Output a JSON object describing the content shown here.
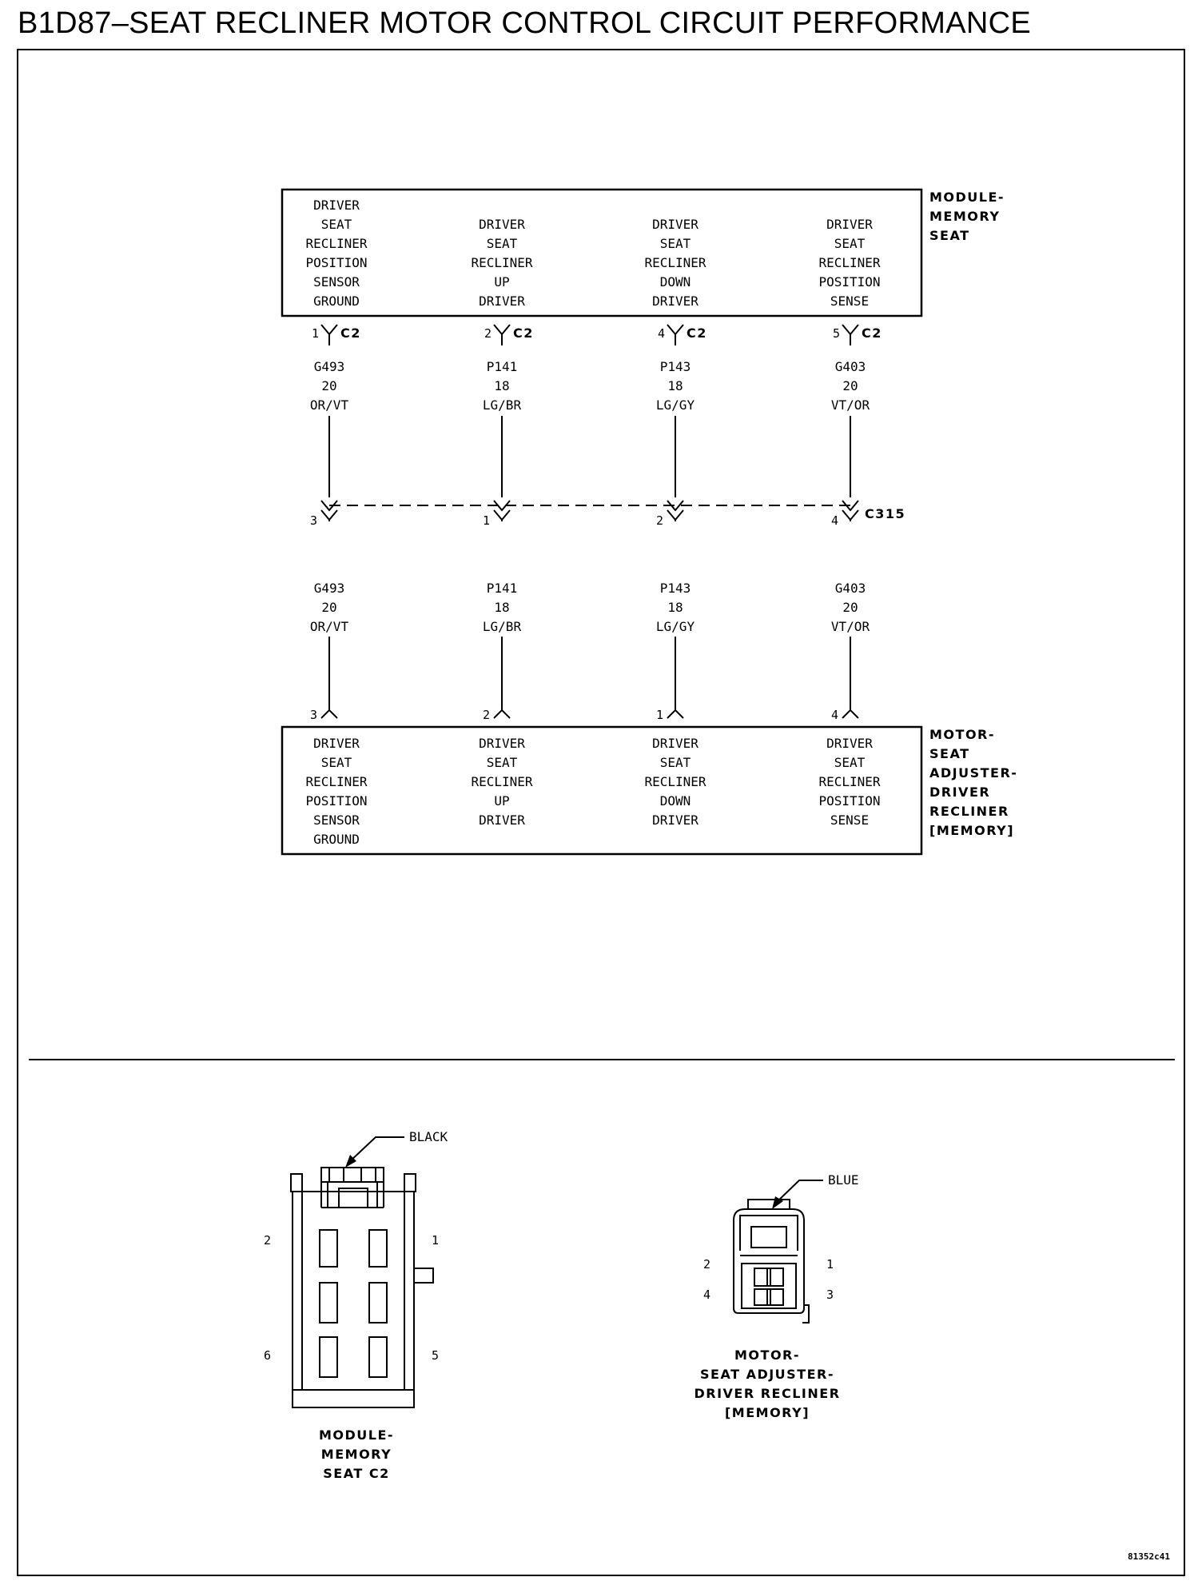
{
  "title": "B1D87–SEAT RECLINER MOTOR CONTROL CIRCUIT PERFORMANCE",
  "module": {
    "label_lines": [
      "MODULE-",
      "MEMORY",
      "SEAT"
    ],
    "connector": "C2",
    "pins": [
      {
        "pin": "1",
        "lines": [
          "DRIVER",
          "SEAT",
          "RECLINER",
          "POSITION",
          "SENSOR",
          "GROUND"
        ]
      },
      {
        "pin": "2",
        "lines": [
          "DRIVER",
          "SEAT",
          "RECLINER",
          "UP",
          "DRIVER"
        ]
      },
      {
        "pin": "4",
        "lines": [
          "DRIVER",
          "SEAT",
          "RECLINER",
          "DOWN",
          "DRIVER"
        ]
      },
      {
        "pin": "5",
        "lines": [
          "DRIVER",
          "SEAT",
          "RECLINER",
          "POSITION",
          "SENSE"
        ]
      }
    ]
  },
  "wires_upper": [
    {
      "circuit": "G493",
      "gauge": "20",
      "color": "OR/VT"
    },
    {
      "circuit": "P141",
      "gauge": "18",
      "color": "LG/BR"
    },
    {
      "circuit": "P143",
      "gauge": "18",
      "color": "LG/GY"
    },
    {
      "circuit": "G403",
      "gauge": "20",
      "color": "VT/OR"
    }
  ],
  "inline_connector": {
    "name": "C315",
    "pins": [
      "3",
      "1",
      "2",
      "4"
    ]
  },
  "wires_lower": [
    {
      "circuit": "G493",
      "gauge": "20",
      "color": "OR/VT"
    },
    {
      "circuit": "P141",
      "gauge": "18",
      "color": "LG/BR"
    },
    {
      "circuit": "P143",
      "gauge": "18",
      "color": "LG/GY"
    },
    {
      "circuit": "G403",
      "gauge": "20",
      "color": "VT/OR"
    }
  ],
  "motor": {
    "label_lines": [
      "MOTOR-",
      "SEAT",
      "ADJUSTER-",
      "DRIVER",
      "RECLINER",
      "[MEMORY]"
    ],
    "pins": [
      {
        "pin": "3",
        "lines": [
          "DRIVER",
          "SEAT",
          "RECLINER",
          "POSITION",
          "SENSOR",
          "GROUND"
        ]
      },
      {
        "pin": "2",
        "lines": [
          "DRIVER",
          "SEAT",
          "RECLINER",
          "UP",
          "DRIVER"
        ]
      },
      {
        "pin": "1",
        "lines": [
          "DRIVER",
          "SEAT",
          "RECLINER",
          "DOWN",
          "DRIVER"
        ]
      },
      {
        "pin": "4",
        "lines": [
          "DRIVER",
          "SEAT",
          "RECLINER",
          "POSITION",
          "SENSE"
        ]
      }
    ]
  },
  "connector_views": {
    "module_c2": {
      "color_label": "BLACK",
      "pin_numbers": [
        "2",
        "1",
        "6",
        "5"
      ],
      "caption_lines": [
        "MODULE-",
        "MEMORY",
        "SEAT C2"
      ]
    },
    "motor": {
      "color_label": "BLUE",
      "pin_numbers": [
        "2",
        "1",
        "4",
        "3"
      ],
      "caption_lines": [
        "MOTOR-",
        "SEAT ADJUSTER-",
        "DRIVER RECLINER",
        "[MEMORY]"
      ]
    }
  },
  "figure_id": "81352c41"
}
